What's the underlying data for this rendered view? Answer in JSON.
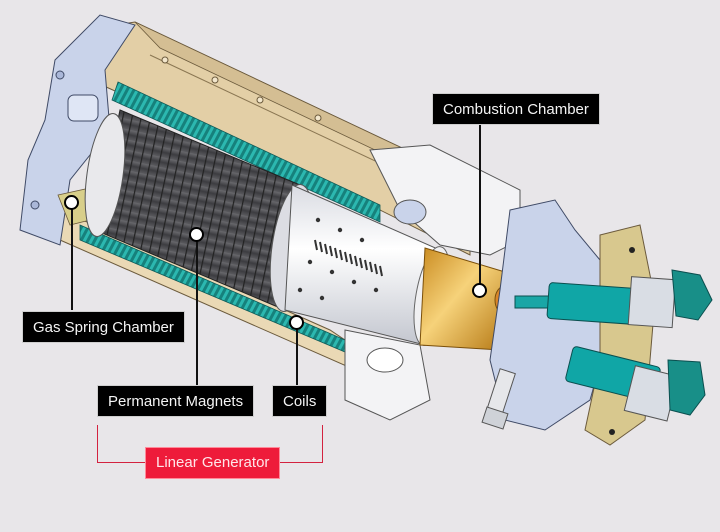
{
  "diagram": {
    "title": "Free-piston engine linear generator cutaway",
    "background_color": "#e8e6e9",
    "colors": {
      "label_bg": "#000000",
      "label_text": "#f4f4f4",
      "accent_red": "#ee1b3a",
      "housing_tan": "#e3cfa6",
      "housing_blue": "#c9d3ea",
      "magnet_gray": "#4b4b4f",
      "coil_teal": "#1f9e98",
      "piston_white": "#f3f3f5",
      "chamber_gold": "#e2a93a",
      "actuator_teal": "#10a6a6"
    },
    "labels": {
      "combustion_chamber": "Combustion Chamber",
      "gas_spring_chamber": "Gas Spring Chamber",
      "permanent_magnets": "Permanent Magnets",
      "coils": "Coils",
      "linear_generator": "Linear Generator"
    },
    "groupings": [
      {
        "group": "linear_generator",
        "members": [
          "permanent_magnets",
          "coils"
        ]
      }
    ]
  }
}
